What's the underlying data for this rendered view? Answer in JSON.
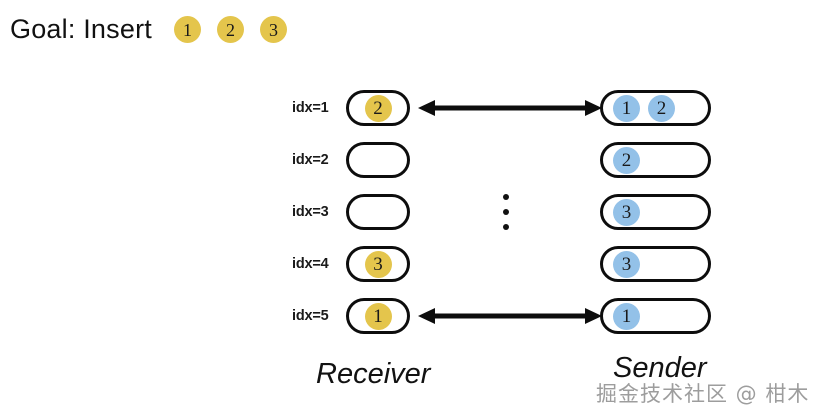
{
  "header": {
    "goal_label": "Goal: Insert",
    "goal_tokens": [
      "1",
      "2",
      "3"
    ]
  },
  "colors": {
    "token_yellow": "#e4c54c",
    "token_blue": "#93c1e8",
    "pill_border": "#0d0d0d",
    "background": "#ffffff",
    "watermark": "#9d9d9d"
  },
  "diagram": {
    "receiver": {
      "caption": "Receiver",
      "rows": [
        {
          "idx_label": "idx=1",
          "tokens": [
            "2"
          ]
        },
        {
          "idx_label": "idx=2",
          "tokens": []
        },
        {
          "idx_label": "idx=3",
          "tokens": []
        },
        {
          "idx_label": "idx=4",
          "tokens": [
            "3"
          ]
        },
        {
          "idx_label": "idx=5",
          "tokens": [
            "1"
          ]
        }
      ]
    },
    "sender": {
      "caption": "Sender",
      "rows": [
        {
          "tokens": [
            "1",
            "2"
          ]
        },
        {
          "tokens": [
            "2"
          ]
        },
        {
          "tokens": [
            "3"
          ]
        },
        {
          "tokens": [
            "3"
          ]
        },
        {
          "tokens": [
            "1"
          ]
        }
      ]
    },
    "connectors": [
      {
        "name": "arrow-top",
        "style": "double-headed",
        "from_row": 1,
        "to_row": 1
      },
      {
        "name": "arrow-bottom",
        "style": "double-headed",
        "from_row": 5,
        "to_row": 5
      }
    ],
    "ellipsis": {
      "dots": 3,
      "orientation": "vertical"
    }
  },
  "watermark": {
    "text": "掘金技术社区 @ 柑木"
  }
}
